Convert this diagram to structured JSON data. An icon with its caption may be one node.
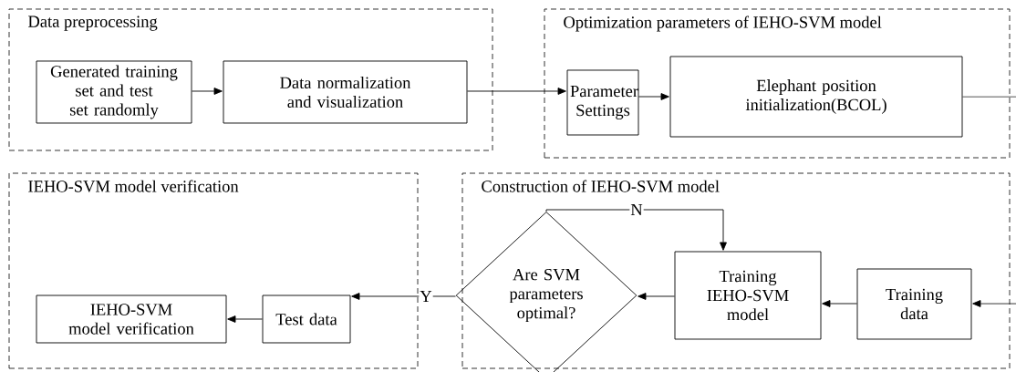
{
  "diagram": {
    "nodes": [
      {
        "text": [
          "Data preprocessing"
        ]
      },
      {
        "text": [
          "Generated training set and test set randomly"
        ],
        "in": 0
      },
      {
        "text": [
          "Data  normalization and visualization"
        ],
        "in": 0
      },
      {
        "text": [
          "Optimization parameters of IEHO-SVM model"
        ]
      },
      {
        "text": [
          "Parameter Settings"
        ],
        "in": 3
      },
      {
        "text": [
          "Elephant position initialization(BCOL)"
        ],
        "in": 3
      },
      {
        "text": [
          "IEHO-SVM model verification"
        ]
      },
      {
        "text": [
          "IEHO-SVM model verification"
        ],
        "in": 6
      },
      {
        "text": [
          "Test data"
        ],
        "in": 6
      },
      {
        "text": [
          "Construction of IEHO-SVM model"
        ]
      },
      {
        "text": [
          "Are SVM parameters optimal?"
        ],
        "in": 9
      },
      {
        "text": [
          "Training IEHO-SVM model"
        ],
        "in": 9
      },
      {
        "text": [
          "Training data"
        ],
        "in": 9
      }
    ],
    "edges": [
      {
        "from": 1,
        "to": 2,
        "arrow": "to"
      },
      {
        "from": 2,
        "to": 4,
        "arrow": "to"
      },
      {
        "from": 4,
        "to": 5,
        "arrow": "to"
      },
      {
        "from": 5,
        "to": null,
        "arrow": "none"
      },
      {
        "from": null,
        "to": 12,
        "arrow": "to"
      },
      {
        "from": 12,
        "to": 11,
        "arrow": "to"
      },
      {
        "from": 11,
        "to": 10,
        "arrow": "to"
      },
      {
        "from": 10,
        "to": 11,
        "arrow": "to",
        "label": "N"
      },
      {
        "from": 10,
        "to": 8,
        "arrow": "to",
        "label": "Y"
      },
      {
        "from": 8,
        "to": 7,
        "arrow": "to"
      }
    ]
  }
}
